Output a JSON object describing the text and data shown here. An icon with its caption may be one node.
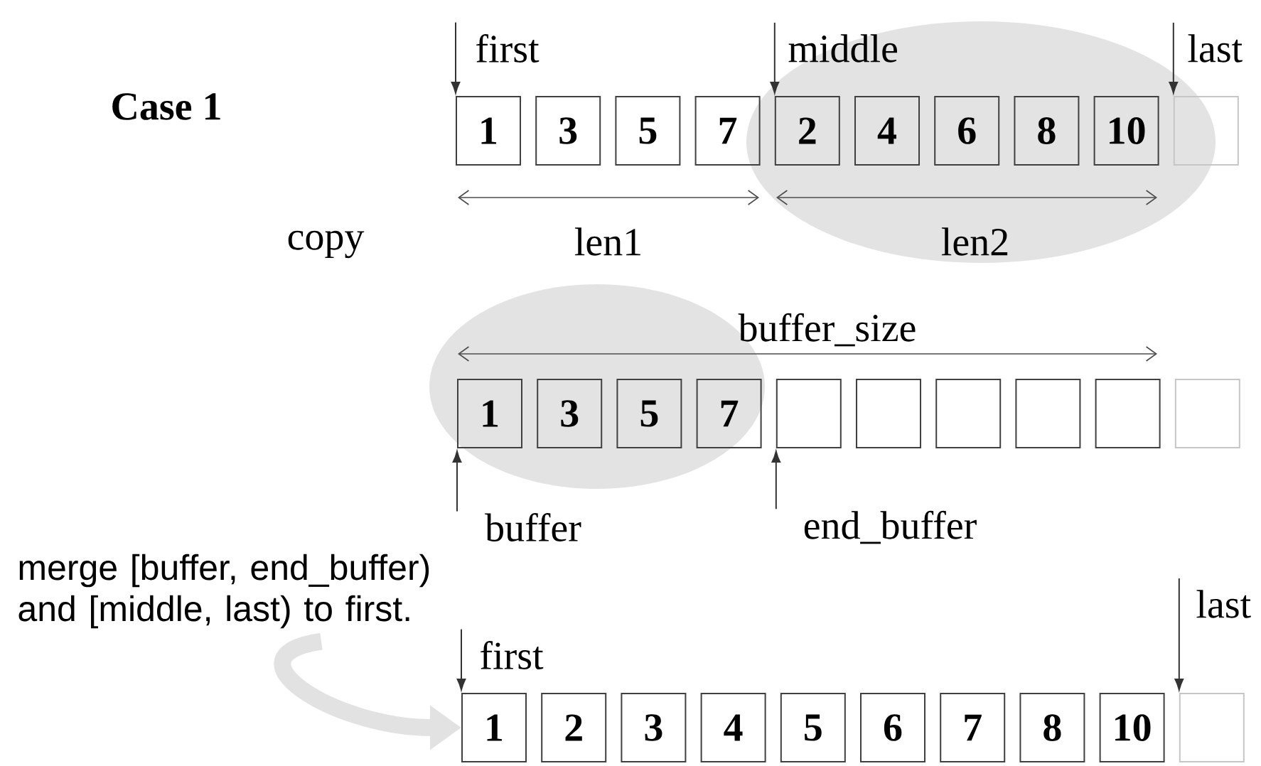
{
  "diagram": {
    "nodes": [
      {
        "text": [
          "first"
        ]
      },
      {
        "text": [
          "middle"
        ]
      },
      {
        "text": [
          "last"
        ]
      },
      {
        "text": [
          "1"
        ]
      },
      {
        "text": [
          "3"
        ]
      },
      {
        "text": [
          "5"
        ]
      },
      {
        "text": [
          "7"
        ]
      },
      {
        "text": [
          "2"
        ]
      },
      {
        "text": [
          "4"
        ]
      },
      {
        "text": [
          "6"
        ]
      },
      {
        "text": [
          "8"
        ]
      },
      {
        "text": [
          "10"
        ]
      },
      {
        "text": [],
        "shape": "box"
      },
      {
        "text": [
          "1"
        ]
      },
      {
        "text": [
          "3"
        ]
      },
      {
        "text": [
          "5"
        ]
      },
      {
        "text": [
          "7"
        ]
      },
      {
        "text": [],
        "shape": "box"
      },
      {
        "text": [],
        "shape": "box"
      },
      {
        "text": [],
        "shape": "box"
      },
      {
        "text": [],
        "shape": "box"
      },
      {
        "text": [],
        "shape": "box"
      },
      {
        "text": [],
        "shape": "box"
      },
      {
        "text": [
          "buffer"
        ]
      },
      {
        "text": [
          "end_buffer"
        ]
      },
      {
        "text": [
          "merge [buffer, end_buffer) and [middle, last) to first."
        ]
      },
      {
        "text": [
          "first"
        ]
      },
      {
        "text": [
          "last"
        ]
      },
      {
        "text": [
          "1"
        ]
      },
      {
        "text": [
          "2"
        ]
      },
      {
        "text": [
          "3"
        ]
      },
      {
        "text": [
          "4"
        ]
      },
      {
        "text": [
          "5"
        ]
      },
      {
        "text": [
          "6"
        ]
      },
      {
        "text": [
          "7"
        ]
      },
      {
        "text": [
          "8"
        ]
      },
      {
        "text": [
          "10"
        ]
      },
      {
        "text": [],
        "shape": "box"
      }
    ],
    "edges": [
      {
        "from": 0,
        "to": 3,
        "arrow": "to"
      },
      {
        "from": 1,
        "to": 7,
        "arrow": "to"
      },
      {
        "from": 2,
        "to": 12,
        "arrow": "to"
      },
      {
        "from": 23,
        "to": 13,
        "arrow": "to"
      },
      {
        "from": 24,
        "to": 17,
        "arrow": "to"
      },
      {
        "from": 26,
        "to": 28,
        "arrow": "to"
      },
      {
        "from": 27,
        "to": 37,
        "arrow": "to"
      },
      {
        "from": 25,
        "to": 28,
        "arrow": "to",
        "style": "thick",
        "color": "#e2e2e2"
      }
    ],
    "labels": [
      "Case 1",
      "copy",
      "len1",
      "len2",
      "buffer_size"
    ]
  }
}
